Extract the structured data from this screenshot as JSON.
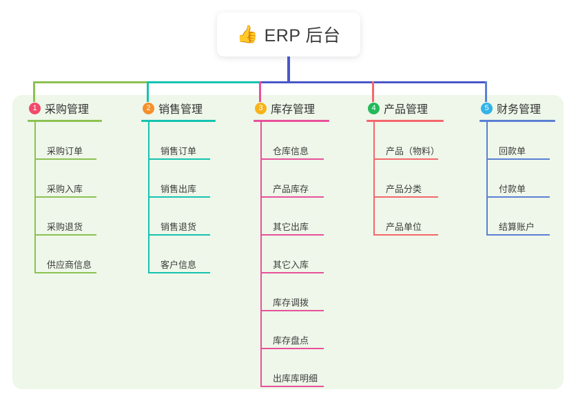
{
  "root": {
    "icon": "thumbs-up-icon",
    "icon_glyph": "👍",
    "title": "ERP 后台"
  },
  "panel": {
    "background": "#eef7e9"
  },
  "connector": {
    "root_drop_color": "#4a56c8",
    "bar_segments": [
      {
        "color": "#8cc152"
      },
      {
        "color": "#14c3b0"
      },
      {
        "color": "#4a56c8"
      },
      {
        "color": "#4a56c8"
      },
      {
        "color": "#4a56c8"
      }
    ]
  },
  "branches": [
    {
      "number": "1",
      "title": "采购管理",
      "badge_color": "#f2496b",
      "line_color": "#8cc152",
      "drop_color": "#8cc152",
      "items": [
        {
          "label": "采购订单"
        },
        {
          "label": "采购入库"
        },
        {
          "label": "采购退货"
        },
        {
          "label": "供应商信息"
        }
      ]
    },
    {
      "number": "2",
      "title": "销售管理",
      "badge_color": "#f5902b",
      "line_color": "#14c3b0",
      "drop_color": "#14c3b0",
      "items": [
        {
          "label": "销售订单"
        },
        {
          "label": "销售出库"
        },
        {
          "label": "销售退货"
        },
        {
          "label": "客户信息"
        }
      ]
    },
    {
      "number": "3",
      "title": "库存管理",
      "badge_color": "#f8b319",
      "line_color": "#e8509a",
      "drop_color": "#e8509a",
      "items": [
        {
          "label": "仓库信息"
        },
        {
          "label": "产品库存"
        },
        {
          "label": "其它出库"
        },
        {
          "label": "其它入库"
        },
        {
          "label": "库存调拨"
        },
        {
          "label": "库存盘点"
        },
        {
          "label": "出库库明细"
        }
      ]
    },
    {
      "number": "4",
      "title": "产品管理",
      "badge_color": "#22b95b",
      "line_color": "#f4666c",
      "drop_color": "#f4666c",
      "items": [
        {
          "label": "产品（物料）"
        },
        {
          "label": "产品分类"
        },
        {
          "label": "产品单位"
        }
      ]
    },
    {
      "number": "5",
      "title": "财务管理",
      "badge_color": "#32b3e8",
      "line_color": "#5a7fd4",
      "drop_color": "#5a7fd4",
      "items": [
        {
          "label": "回款单"
        },
        {
          "label": "付款单"
        },
        {
          "label": "结算账户"
        }
      ]
    }
  ]
}
